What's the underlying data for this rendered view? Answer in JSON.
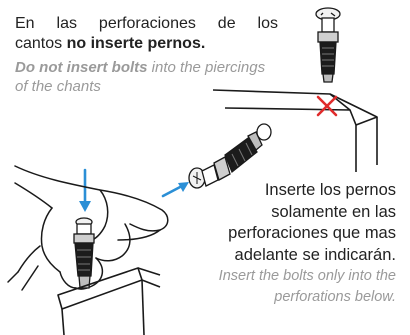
{
  "instructions": {
    "top_es_line1": "En las perforaciones de los",
    "top_es_line2_plain": "cantos",
    "top_es_line2_bold": "no inserte pernos.",
    "top_en_bold": "Do not insert bolts",
    "top_en_rest": "into the piercings of the chants",
    "bottom_es": "Inserte los pernos solamente en las perforaciones que mas adelante se indicarán.",
    "bottom_en": "Insert the bolts only into the perforations below."
  },
  "colors": {
    "arrow": "#2b8fd6",
    "forbidden_mark": "#e02b2b",
    "line_art": "#1a1a1a",
    "english_text": "#9a9a9a"
  },
  "icons": [
    "forbidden-x-icon",
    "arrow-down-icon",
    "arrow-diagonal-icon"
  ]
}
